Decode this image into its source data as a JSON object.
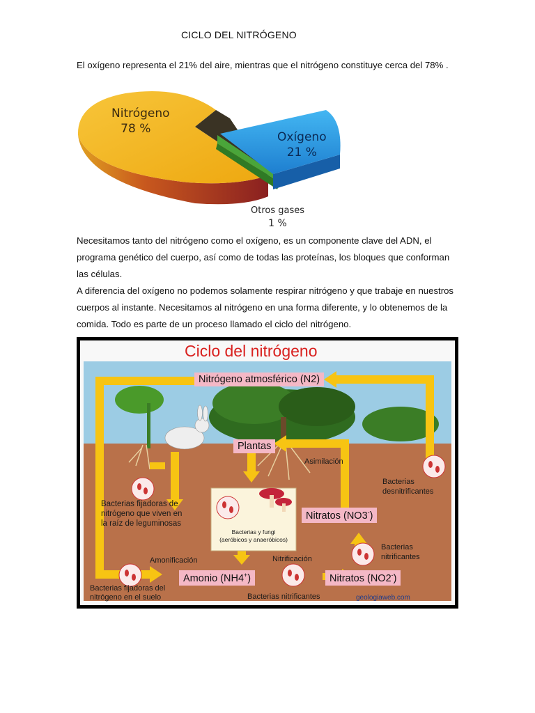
{
  "document": {
    "title": "CICLO DEL NITRÓGENO",
    "intro": "El oxígeno representa el 21%  del aire, mientras que el nitrógeno constituye cerca del 78% .",
    "paragraph2": "Necesitamos tanto del nitrógeno como el oxígeno, es un componente clave del ADN, el programa genético del cuerpo, así como de todas las proteínas, los bloques que conforman las células.",
    "paragraph3": "A diferencia del oxígeno no podemos solamente respirar nitrógeno y que trabaje en nuestros cuerpos al instante. Necesitamos al nitrógeno en una forma diferente, y lo obtenemos de la comida. Todo es parte de un proceso llamado el ciclo del nitrógeno."
  },
  "pie": {
    "slices": [
      {
        "name": "Nitrógeno",
        "value_text": "78 %",
        "value": 78,
        "color": "#f3b21b"
      },
      {
        "name": "Oxígeno",
        "value_text": "21 %",
        "value": 21,
        "color": "#2f9be0"
      },
      {
        "name": "Otros gases",
        "value_text": "1 %",
        "value": 1,
        "color": "#4aa53a"
      }
    ]
  },
  "cycle": {
    "title": "Ciclo del nitrógeno",
    "atmospheric": "Nitrógeno atmosférico (N2)",
    "plants": "Plantas",
    "assimilation": "Asimilación",
    "denitrifying": "Bacterias\ndesnitrificantes",
    "nitrates3": "Nitratos (NO3",
    "nitrates3_sup": "-",
    "legume_bacteria": "Bacterias fijadoras de\nnitrógeno que viven en\nla raíz de leguminosas",
    "fungi": "Bacterias y fungi\n(aeróbicos y anaeróbicos)",
    "nitrifying_right": "Bacterias\nnitrificantes",
    "ammonification": "Amonificación",
    "nitrification": "Nitrificación",
    "ammonium": "Amonio (NH4",
    "ammonium_sup": "+",
    "nitrates2": "Nitratos (NO2",
    "nitrates2_sup": "-",
    "soil_bacteria": "Bacterias fijadoras del\nnitrógeno en el suelo",
    "nitrifying_bottom": "Bacterias nitrificantes",
    "source": "geologiaweb.com",
    "colors": {
      "title": "#d9211f",
      "arrow": "#f7c413",
      "soil": "#b9714a",
      "sky": "#9ccce4",
      "label_box": "#f4b8c6"
    }
  }
}
